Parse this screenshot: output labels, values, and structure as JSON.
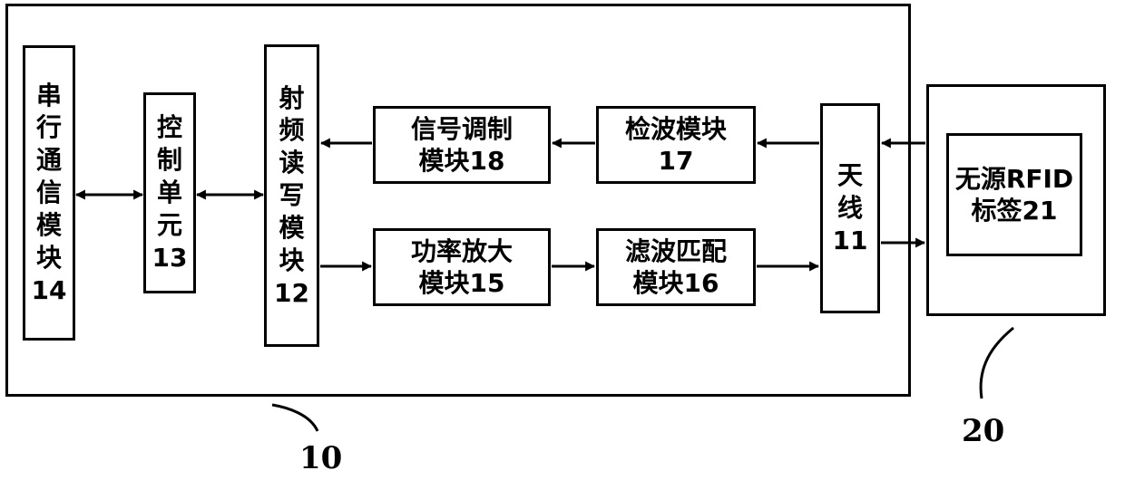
{
  "diagram": {
    "reader_ref": "10",
    "tag_ref": "20",
    "blocks": {
      "serial_comm": "串\n行\n通\n信\n模\n块\n14",
      "control_unit": "控\n制\n单\n元\n13",
      "rf_rw": "射\n频\n读\n写\n模\n块\n12",
      "signal_mod": "信号调制\n模块18",
      "detector": "检波模块\n17",
      "power_amp": "功率放大\n模块15",
      "filter_match": "滤波匹配\n模块16",
      "antenna": "天\n线\n11",
      "rfid_tag": "无源RFID\n标签21"
    }
  }
}
